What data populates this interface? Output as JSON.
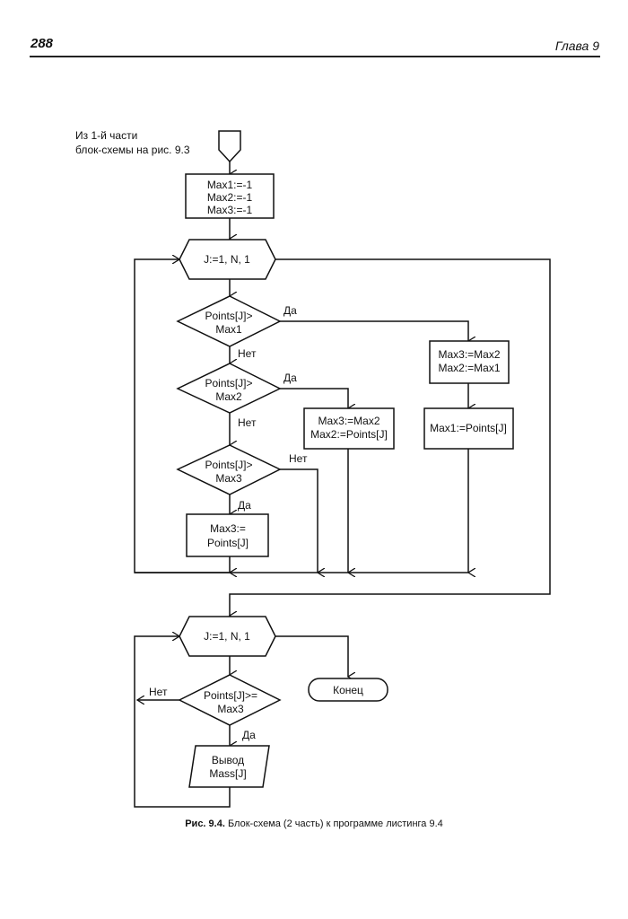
{
  "header": {
    "page_number": "288",
    "chapter": "Глава 9"
  },
  "note": {
    "line1": "Из 1-й части",
    "line2": "блок-схемы на рис. 9.3"
  },
  "nodes": {
    "init": [
      "Max1:=-1",
      "Max2:=-1",
      "Max3:=-1"
    ],
    "loop1": "J:=1, N, 1",
    "cond1": [
      "Points[J]>",
      "Max1"
    ],
    "cond2": [
      "Points[J]>",
      "Max2"
    ],
    "cond3": [
      "Points[J]>",
      "Max3"
    ],
    "proc_max3": [
      "Max3:=",
      "Points[J]"
    ],
    "proc_mid": [
      "Max3:=Max2",
      "Max2:=Points[J]"
    ],
    "proc_top": [
      "Max3:=Max2",
      "Max2:=Max1"
    ],
    "proc_max1": "Max1:=Points[J]",
    "loop2": "J:=1, N, 1",
    "cond4": [
      "Points[J]>=",
      "Max3"
    ],
    "output": [
      "Вывод",
      "Mass[J]"
    ],
    "end": "Конец"
  },
  "labels": {
    "yes": "Да",
    "no": "Нет"
  },
  "caption": {
    "bold": "Рис. 9.4.",
    "text": " Блок-схема (2 часть) к программе листинга 9.4"
  }
}
